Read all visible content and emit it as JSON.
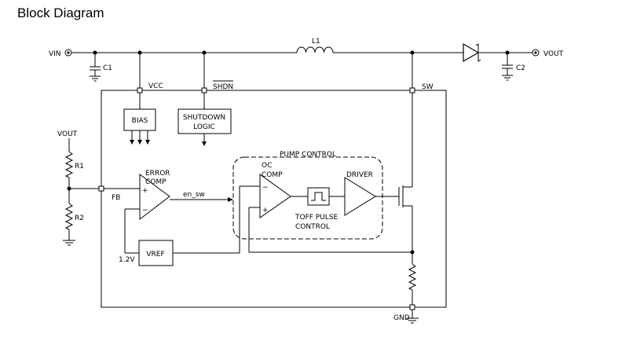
{
  "title": "Block Diagram",
  "labels": {
    "vin": "VIN",
    "vout_out": "VOUT",
    "c1": "C1",
    "c2": "C2",
    "l1": "L1",
    "vcc": "VCC",
    "shdn": "SHDN",
    "sw": "SW",
    "bias": "BIAS",
    "shutdown_line1": "SHUTDOWN",
    "shutdown_line2": "LOGIC",
    "pump_control": "PUMP CONTROL",
    "vout_fb": "VOUT",
    "r1": "R1",
    "r2": "R2",
    "fb": "FB",
    "error_line1": "ERROR",
    "error_line2": "COMP",
    "plus": "+",
    "minus": "−",
    "en_sw": "en_sw",
    "oc_line1": "OC",
    "oc_line2": "COMP",
    "driver": "DRIVER",
    "toff_line1": "TOFF PULSE",
    "toff_line2": "CONTROL",
    "vref": "VREF",
    "v12": "1.2V",
    "gnd": "GND"
  }
}
